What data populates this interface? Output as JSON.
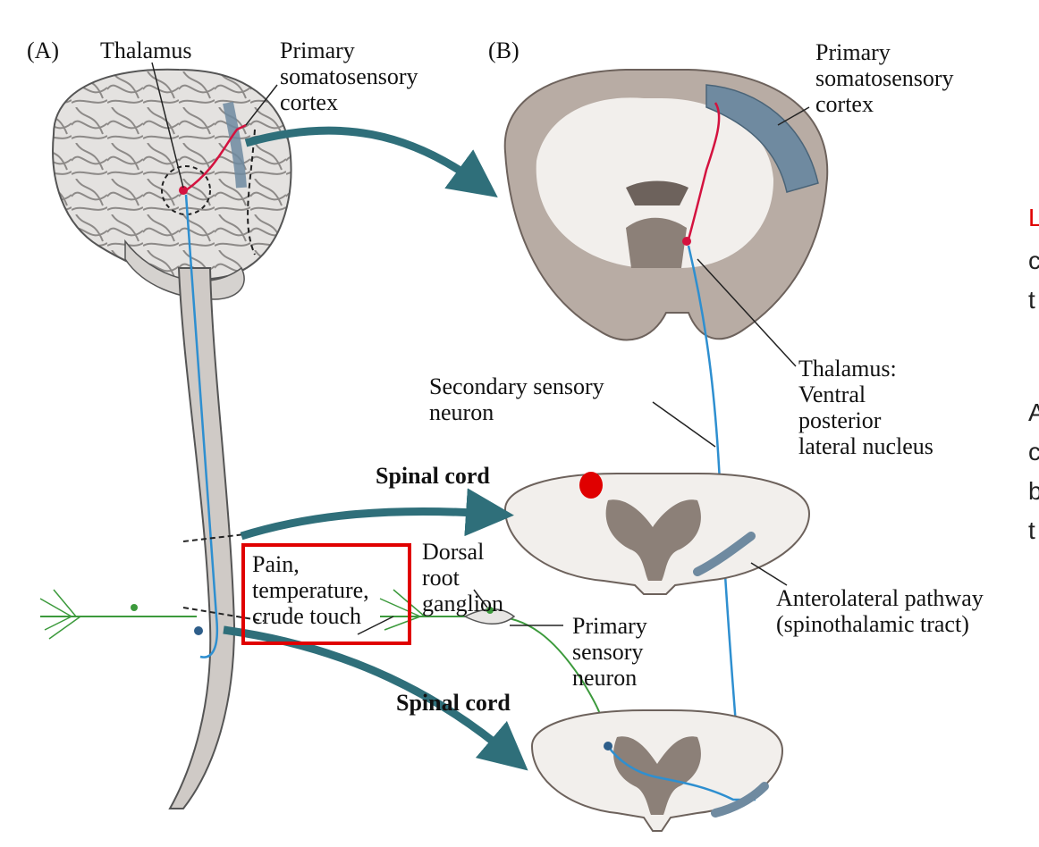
{
  "panels": {
    "a": "(A)",
    "b": "(B)"
  },
  "labels": {
    "thalamus": "Thalamus",
    "primary_cortex_a": [
      "Primary",
      "somatosensory",
      "cortex"
    ],
    "primary_cortex_b": [
      "Primary",
      "somatosensory",
      "cortex"
    ],
    "thalamus_vpl": [
      "Thalamus:",
      "Ventral",
      "posterior",
      "lateral nucleus"
    ],
    "secondary_neuron": [
      "Secondary sensory",
      "neuron"
    ],
    "spinal_cord_upper": "Spinal cord",
    "spinal_cord_lower": "Spinal cord",
    "modalities": [
      "Pain,",
      "temperature,",
      "crude touch"
    ],
    "drg": [
      "Dorsal",
      "root",
      "ganglion"
    ],
    "primary_neuron": [
      "Primary",
      "sensory",
      "neuron"
    ],
    "anterolateral": [
      "Anterolateral pathway",
      "(spinothalamic tract)"
    ]
  },
  "side_text": {
    "line1": "L",
    "line2": "c",
    "line3": "t",
    "line4": "A",
    "line5": "c",
    "line6": "b",
    "line7": "t"
  },
  "colors": {
    "cortex_blue": "#6f8aa0",
    "neuron_red": "#d4123f",
    "neuron_blue": "#2e8fd0",
    "neuron_green": "#3c9a3c",
    "arrow_teal": "#2f6f7a",
    "highlight_red": "#e00000",
    "tissue_gray": "#b8aca4",
    "white_matter": "#f2efec"
  }
}
